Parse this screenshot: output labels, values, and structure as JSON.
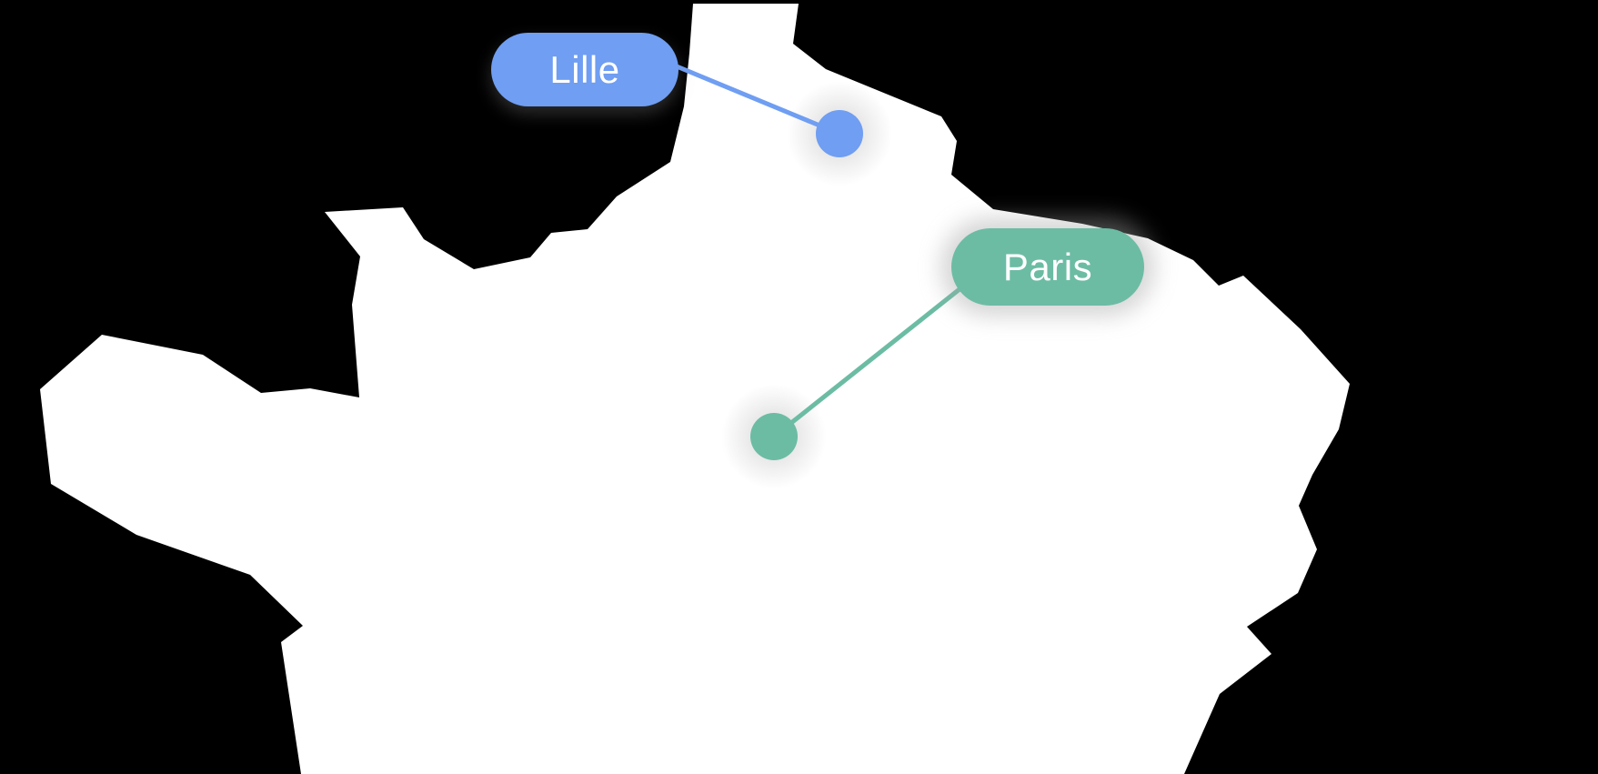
{
  "map": {
    "name": "france-north-map",
    "background_color": "#000000",
    "landmass_color": "#ffffff"
  },
  "markers": [
    {
      "label": "Lille",
      "color": "#6f9ef2",
      "text_color": "#ffffff",
      "marker_shape": "circle-dot"
    },
    {
      "label": "Paris",
      "color": "#6cbca4",
      "text_color": "#ffffff",
      "marker_shape": "circle-dot"
    }
  ]
}
